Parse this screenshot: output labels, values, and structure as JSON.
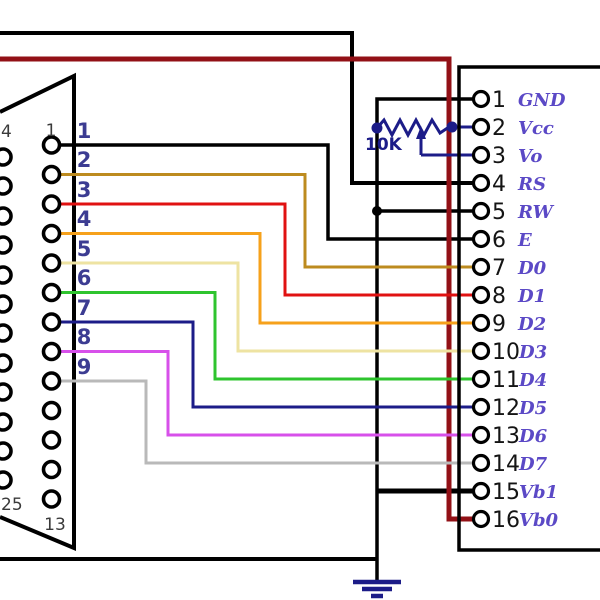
{
  "diagram": "parallel-port DB25 to 16-pin character LCD wiring schematic",
  "colors": {
    "black": "#000000",
    "dark_red": "#921016",
    "goldenrod": "#bd8b1f",
    "red": "#e01111",
    "orange": "#f6a11b",
    "khaki": "#eee3a2",
    "green": "#2ec42e",
    "navy": "#1c1c88",
    "magenta": "#d750ea",
    "silver": "#b9b9b9",
    "wire_number_text": "#3c3c92",
    "db25_number_text": "#3a3a3a",
    "lcd_label_text": "#5b49c6"
  },
  "db25": {
    "label_top_right": "1",
    "label_bottom_right": "13",
    "label_top_left": "4",
    "label_bottom_left": "25"
  },
  "parallel_wires": [
    {
      "number": "1",
      "color": "#000000"
    },
    {
      "number": "2",
      "color": "#bd8b1f"
    },
    {
      "number": "3",
      "color": "#e01111"
    },
    {
      "number": "4",
      "color": "#f6a11b"
    },
    {
      "number": "5",
      "color": "#eee3a2"
    },
    {
      "number": "6",
      "color": "#2ec42e"
    },
    {
      "number": "7",
      "color": "#1c1c88"
    },
    {
      "number": "8",
      "color": "#d750ea"
    },
    {
      "number": "9",
      "color": "#b9b9b9"
    }
  ],
  "potentiometer": {
    "value": "10K"
  },
  "lcd": {
    "pins": [
      {
        "number": "1",
        "label": "GND"
      },
      {
        "number": "2",
        "label": "Vcc"
      },
      {
        "number": "3",
        "label": "Vo"
      },
      {
        "number": "4",
        "label": "RS"
      },
      {
        "number": "5",
        "label": "RW"
      },
      {
        "number": "6",
        "label": "E"
      },
      {
        "number": "7",
        "label": "D0"
      },
      {
        "number": "8",
        "label": "D1"
      },
      {
        "number": "9",
        "label": "D2"
      },
      {
        "number": "10",
        "label": "D3"
      },
      {
        "number": "11",
        "label": "D4"
      },
      {
        "number": "12",
        "label": "D5"
      },
      {
        "number": "13",
        "label": "D6"
      },
      {
        "number": "14",
        "label": "D7"
      },
      {
        "number": "15",
        "label": "Vb1"
      },
      {
        "number": "16",
        "label": "Vb0"
      }
    ]
  }
}
